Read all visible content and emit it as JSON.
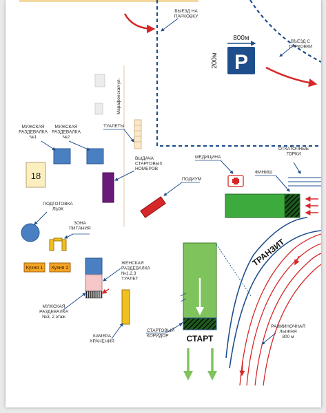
{
  "labels": {
    "parking_exit": "ВЫЕЗД НА\nПАРКОВКУ",
    "parking_entry": "ВЪЕЗД С\nПАРКОВКИ",
    "parking_width": "800м",
    "parking_height": "200м",
    "parking_symbol": "P",
    "street": "Марафонская ул.",
    "toilets_top": "ТУАЛЕТЫ",
    "men_changing_1": "МУЖСКАЯ\nРАЗДЕВАЛКА\n№1",
    "men_changing_2": "МУЖСКАЯ\nРАЗДЕВАЛКА\n№2",
    "start_numbers": "ВЫДАЧА\nСТАРТОВЫХ\nНОМЕРОВ",
    "podium": "ПОДИУМ",
    "medical": "МЕДИЦИНА",
    "finish": "ФИНИШ",
    "cooldown_lanes": "ОТКАТОЧНЫЕ\nГОРКИ",
    "box_18": "18",
    "ski_prep": "ПОДГОТОВКА\nЛЫЖ",
    "food_zone": "ЗОНА\nПИТАНИЯ",
    "kitchen_1": "Кухня 1",
    "kitchen_2": "Кухня 2",
    "transit": "ТРАНЗИТ",
    "women_changing": "ЖЕНСКАЯ\nРАЗДЕВАЛКА\n№1,2,3\nТУАЛЕТ",
    "men_changing_3": "МУЖСКАЯ\nРАЗДЕВАЛКА\n№3, 2 этаж",
    "storage": "КАМЕРА\nХРАНЕНИЯ",
    "start_corridor": "СТАРТОВЫЙ\nКОРИДОР",
    "start": "СТАРТ",
    "warmup": "РАЗМИНОЧНАЯ\nЛЫЖНЯ\n800 м"
  },
  "colors": {
    "blue_building": "#4a7fc1",
    "green_zone": "#3daa3d",
    "green_start": "#7fc35c",
    "purple": "#6a1b7a",
    "red": "#d62828",
    "yellow": "#f0c020",
    "orange": "#f4a424",
    "navy_line": "#1f4e8c",
    "pink": "#f5c7c7",
    "beige": "#fae8c8",
    "light_yellow": "#fbefc0"
  }
}
